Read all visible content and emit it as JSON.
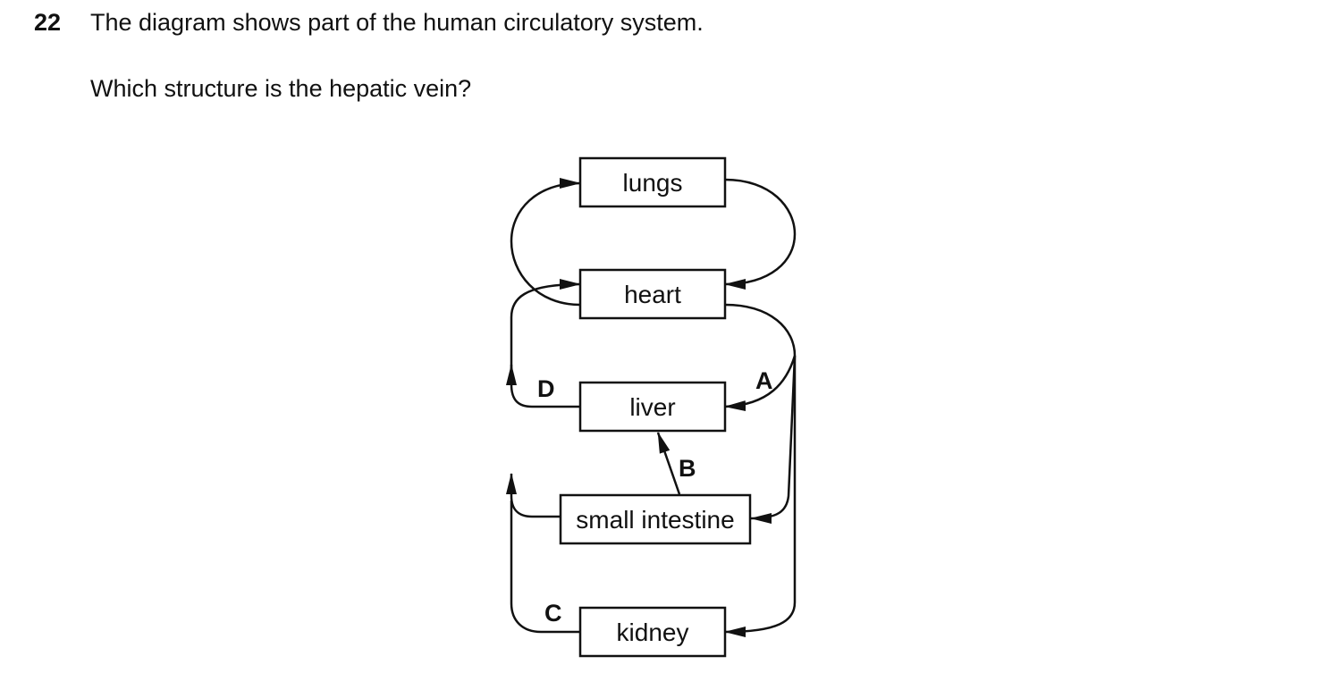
{
  "question": {
    "number": "22",
    "text": "The diagram shows part of the human circulatory system.",
    "prompt": "Which structure is the hepatic vein?"
  },
  "diagram": {
    "organs": {
      "lungs": "lungs",
      "heart": "heart",
      "liver": "liver",
      "small_intestine": "small intestine",
      "kidney": "kidney"
    },
    "labels": {
      "A": "A",
      "B": "B",
      "C": "C",
      "D": "D"
    }
  }
}
